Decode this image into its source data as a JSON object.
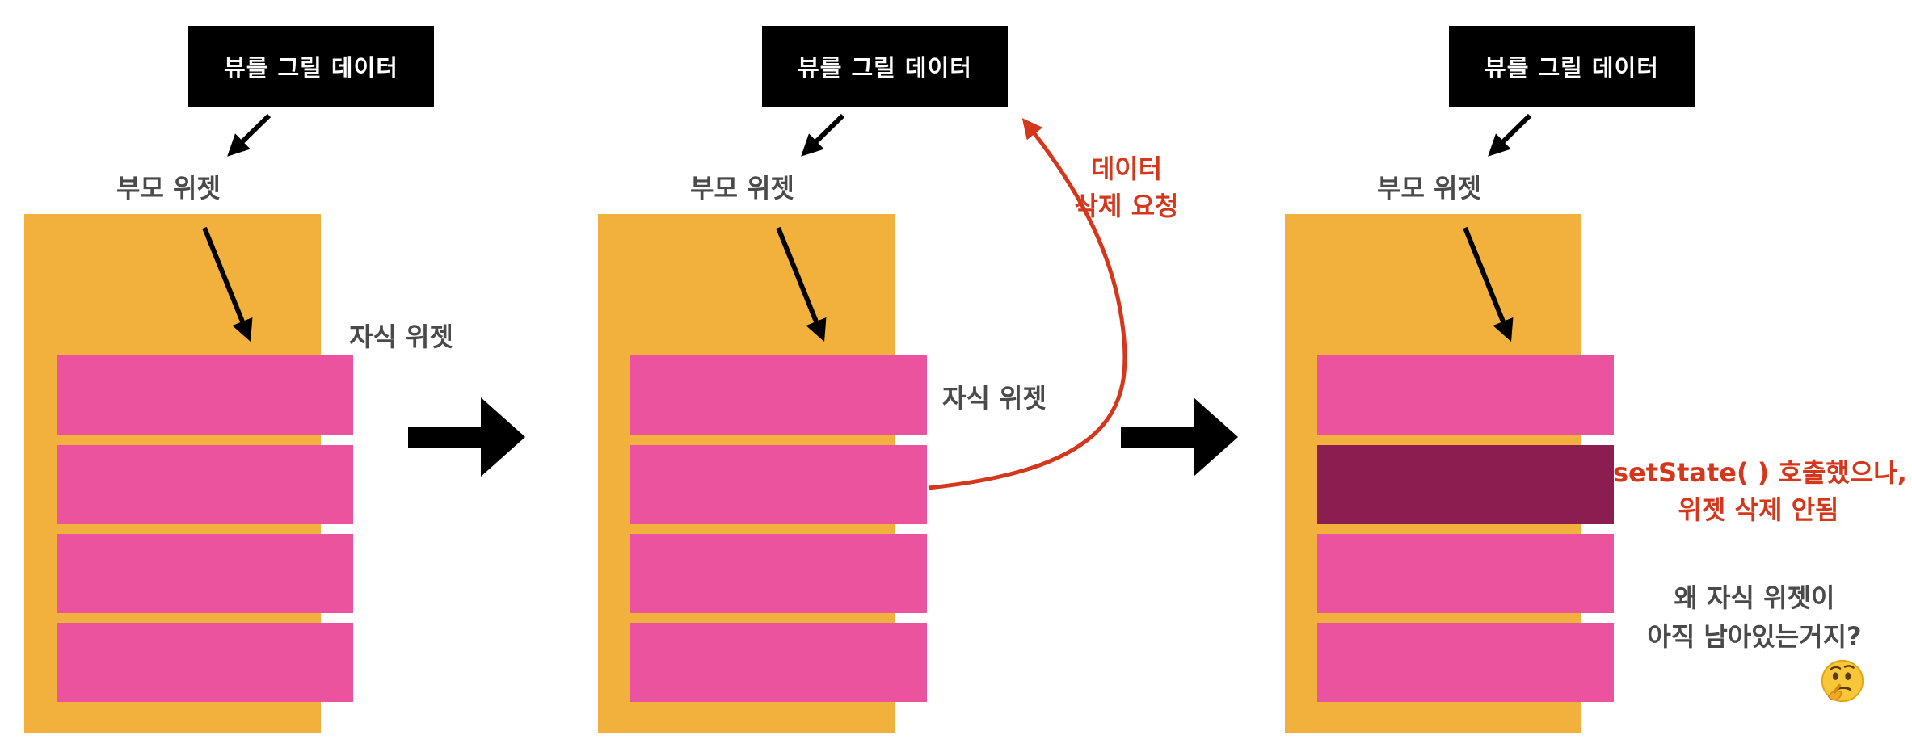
{
  "panels": [
    {
      "data_box": "뷰를 그릴 데이터",
      "parent_label": "부모 위젯",
      "child_label": "자식 위젯"
    },
    {
      "data_box": "뷰를 그릴 데이터",
      "parent_label": "부모 위젯",
      "child_label": "자식 위젯",
      "request_label_line1": "데이터",
      "request_label_line2": "삭제 요청"
    },
    {
      "data_box": "뷰를 그릴 데이터",
      "parent_label": "부모 위젯",
      "result_line1": "setState( ) 호출했으나,",
      "result_line2": "위젯 삭제 안됨",
      "question_line1": "왜 자식 위젯이",
      "question_line2": "아직 남아있는거지?"
    }
  ],
  "icons": {
    "flow_arrow": "right-arrow-icon",
    "thinking": "thinking-face-icon"
  },
  "colors": {
    "parent": "#f2b03d",
    "child": "#eb539e",
    "child_unremoved": "#8b1d50",
    "accent_red": "#d4371c",
    "label_gray": "#4a4a4a"
  }
}
